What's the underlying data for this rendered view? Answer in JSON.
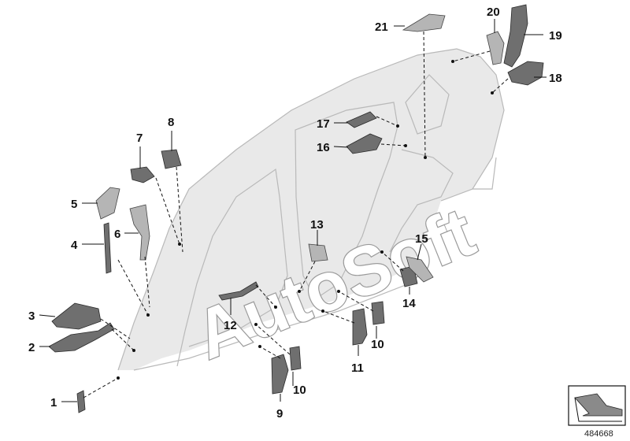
{
  "diagram": {
    "callouts": [
      "1",
      "2",
      "3",
      "4",
      "5",
      "6",
      "7",
      "8",
      "9",
      "10",
      "10",
      "11",
      "12",
      "13",
      "14",
      "15",
      "16",
      "17",
      "18",
      "19",
      "20",
      "21"
    ],
    "watermark": "AutoSoft",
    "document_number": "484668",
    "colors": {
      "part": "#6f6f6f",
      "frame": "#e9e9e9",
      "line": "#111111"
    },
    "icons": [
      "catalog-arrow-icon"
    ]
  }
}
